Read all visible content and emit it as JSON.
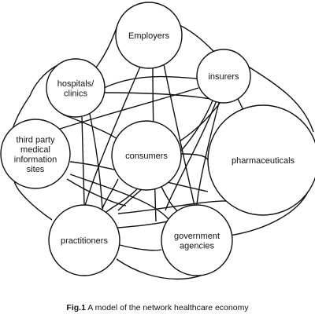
{
  "diagram": {
    "nodes": [
      {
        "id": "employers",
        "label": [
          "Employers"
        ]
      },
      {
        "id": "insurers",
        "label": [
          "insurers"
        ]
      },
      {
        "id": "hospitals",
        "label": [
          "hospitals/",
          "clinics"
        ]
      },
      {
        "id": "third_party",
        "label": [
          "third party",
          "medical",
          "information",
          "sites"
        ]
      },
      {
        "id": "consumers",
        "label": [
          "consumers"
        ]
      },
      {
        "id": "pharmaceuticals",
        "label": [
          "pharmaceuticals"
        ]
      },
      {
        "id": "practitioners",
        "label": [
          "practitioners"
        ]
      },
      {
        "id": "government",
        "label": [
          "government",
          "agencies"
        ]
      }
    ]
  },
  "caption": {
    "number": "Fig.1",
    "text": "A model of the network healthcare economy"
  },
  "colors": {
    "stroke": "#111111",
    "background": "#ffffff"
  }
}
